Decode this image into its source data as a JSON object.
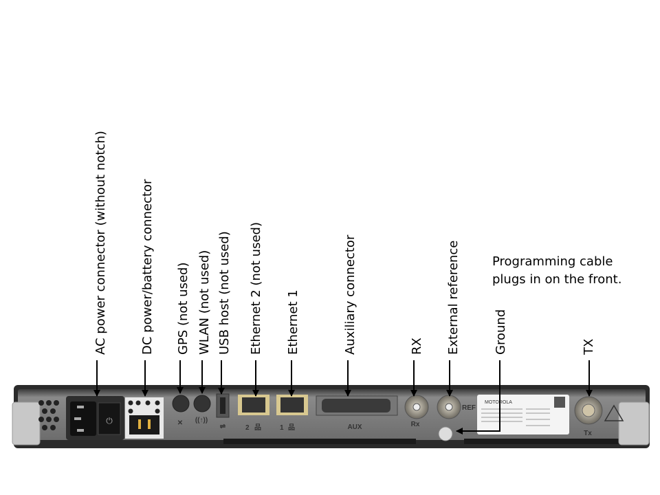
{
  "labels": [
    {
      "id": "ac",
      "text": "AC power connector (without notch)"
    },
    {
      "id": "dc",
      "text": "DC power/battery connector"
    },
    {
      "id": "gps",
      "text": "GPS (not used)"
    },
    {
      "id": "wlan",
      "text": "WLAN (not used)"
    },
    {
      "id": "usb",
      "text": "USB host (not used)"
    },
    {
      "id": "eth2",
      "text": "Ethernet 2 (not used)"
    },
    {
      "id": "eth1",
      "text": "Ethernet 1"
    },
    {
      "id": "aux",
      "text": "Auxiliary connector"
    },
    {
      "id": "rx",
      "text": "RX"
    },
    {
      "id": "ref",
      "text": "External reference"
    },
    {
      "id": "ground",
      "text": "Ground"
    },
    {
      "id": "tx",
      "text": "TX"
    }
  ],
  "note": {
    "line1": "Programming cable",
    "line2": "plugs in on the front."
  },
  "panel": {
    "aux": "AUX",
    "rx": "Rx",
    "ref": "REF",
    "tx": "Tx",
    "eth2": "2",
    "eth1": "1",
    "brand": "MOTOROLA"
  }
}
